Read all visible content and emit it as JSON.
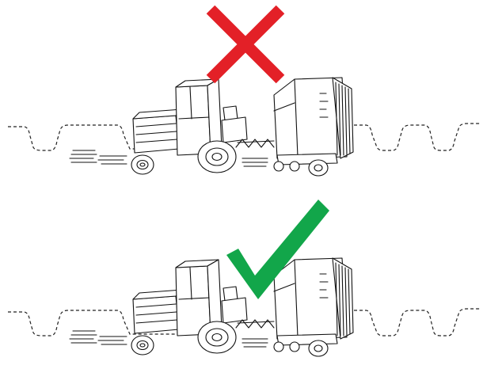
{
  "diagram": {
    "panels": [
      {
        "id": "incorrect",
        "verdict": "incorrect",
        "mark_icon": "cross-icon",
        "mark_color": "#E32027",
        "terrain": "windrow-ridges",
        "vehicle": "tractor-with-round-baler"
      },
      {
        "id": "correct",
        "verdict": "correct",
        "mark_icon": "checkmark-icon",
        "mark_color": "#12A64A",
        "terrain": "windrow-ridges",
        "vehicle": "tractor-with-round-baler"
      }
    ]
  }
}
